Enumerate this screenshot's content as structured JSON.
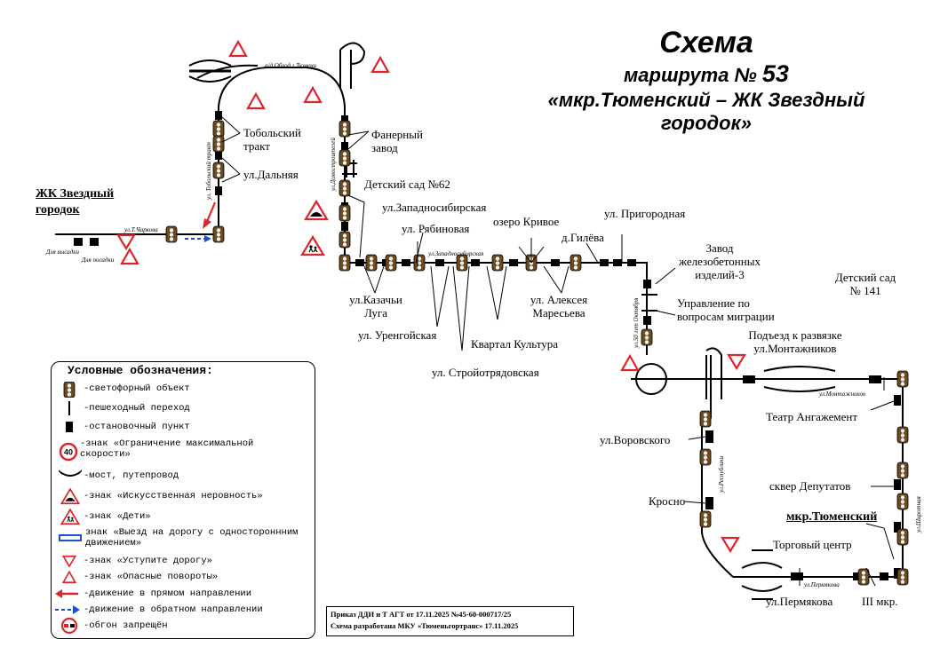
{
  "title": {
    "line1": "Схема",
    "line2_prefix": "маршрута №",
    "line2_number": "53",
    "line3": "«мкр.Тюменский  – ЖК Звездный",
    "line4": "городок»"
  },
  "terminals": {
    "start": "ЖК Звездный городок",
    "end": "мкр.Тюменский"
  },
  "stops": {
    "tobolsky_trakt": "Тобольский тракт",
    "ul_dalnyaya": "ул.Дальняя",
    "fanerny_zavod": "Фанерный завод",
    "detsky_sad_62": "Детский сад №62",
    "ul_zapadnosibirskaya": "ул.Западносибирская",
    "ul_ryabinovaya": "ул. Рябиновая",
    "ozero_krivoe": "озеро Кривое",
    "ul_prigorodnaya": "ул. Пригородная",
    "d_gileva": "д.Гилёва",
    "zavod_zhbi": "Завод железобетонных изделий-3",
    "ul_kazachi_luga": "ул.Казачьи Луга",
    "ul_urengoyskaya": "ул. Уренгойская",
    "ul_stroyotryadovskaya": "ул. Стройотрядовская",
    "kvartal_kultura": "Квартал Культура",
    "ul_alekseya_maresyeva": "ул. Алексея Маресьева",
    "upravlenie_migracii": "Управление по вопросам миграции",
    "podezd_montazhnikov": "Подъезд к развязке ул.Монтажников",
    "detsky_sad_141": "Детский сад № 141",
    "teatr_angazhement": "Театр Ангажемент",
    "ul_vorovskogo": "ул.Воровского",
    "kroсno": "Кросно",
    "skver_deputatov": "сквер Депутатов",
    "torgovy_centr": "Торговый центр",
    "ul_permyakova": "ул.Пермякова",
    "iii_mkr": "III мкр."
  },
  "streets": {
    "obhod": "а/д Обход г.Тюмени",
    "tobolsky_trakt": "ул. Тобольский тракт",
    "domostroiteley": "ул.Домостроителей",
    "t_charkova": "ул.Т.Чаркова",
    "zapadnosibirskaya": "ул.Западносибирская",
    "let_oktyabrya": "ул.50 лет Октября",
    "montazhnikov": "ул.Монтажников",
    "respubliki": "ул.Республики",
    "shirotnaya": "ул.Широтная",
    "permyakova": "ул.Пермякова",
    "dlya_vysadki": "Для высадки",
    "dlya_posadki": "Для посадки"
  },
  "legend": {
    "title": "Условные обозначения:",
    "items": [
      "-светофорный объект",
      "-пешеходный переход",
      "-остановочный пункт",
      "-знак «Ограничение максимальной скорости»",
      "-мост, путепровод",
      "-знак «Искусственная неровность»",
      "-знак «Дети»",
      "знак «Выезд на дорогу с одностороннним движением»",
      "-знак «Уступите дорогу»",
      "-знак «Опасные повороты»",
      "-движение в прямом направлении",
      "-движение в обратном направлении",
      "-обгон запрещён"
    ],
    "speed_value": "40"
  },
  "order_note": {
    "line1": "Приказ ДДИ и Т АГТ от 17.11.2025 №45-60-000717/25",
    "line2": "Схема разработана МКУ «Тюменьгортранс» 17.11.2025"
  },
  "colors": {
    "route": "#000000",
    "sign_red": "#e0242c",
    "arrow_blue": "#1f4fd1",
    "traffic_light": "#6b4a1f"
  }
}
